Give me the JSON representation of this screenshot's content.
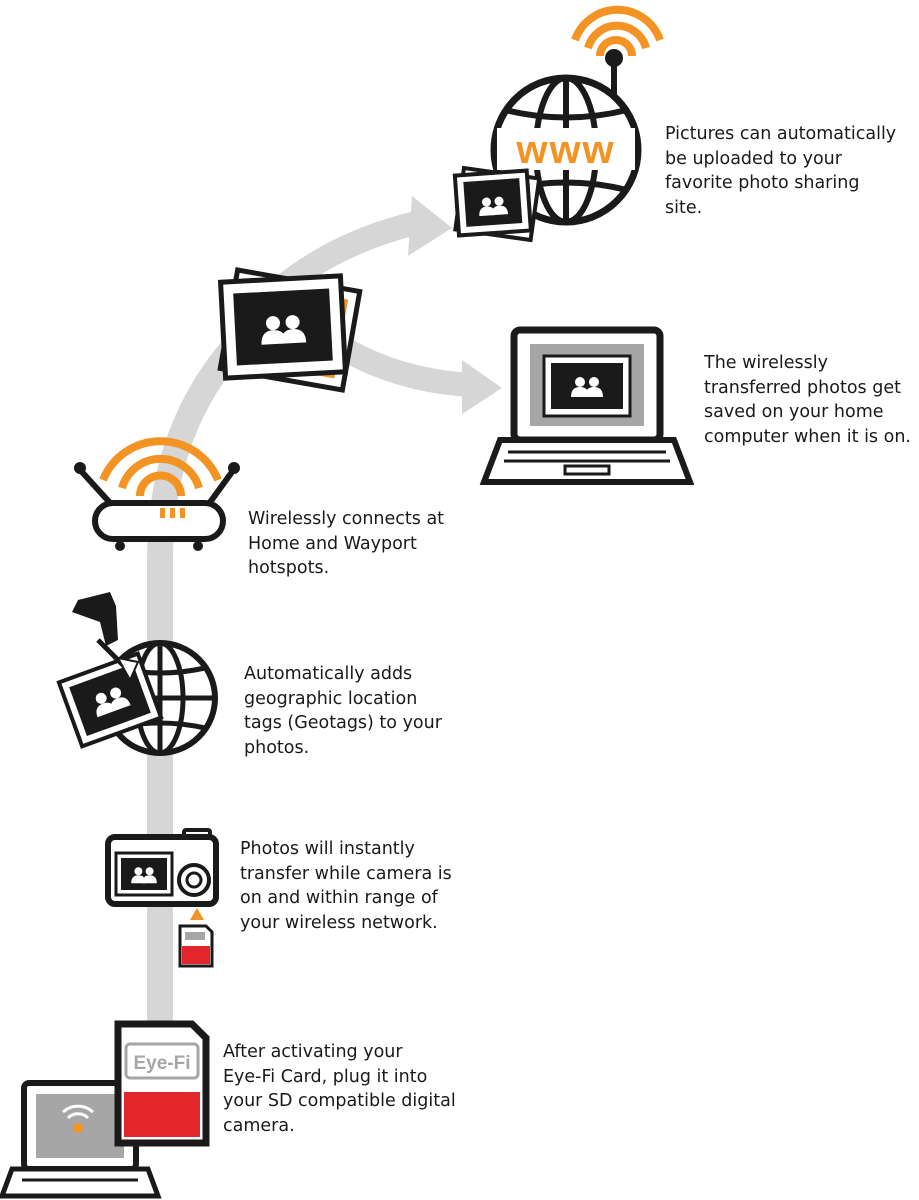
{
  "colors": {
    "accent": "#f39323",
    "ink": "#1a1a1a",
    "flow": "#d6d6d6",
    "sd_red": "#e3262b",
    "screen_gray": "#a6a6a6"
  },
  "steps": [
    {
      "id": "upload",
      "text": "Pictures can automatically\nbe uploaded to your\nfavorite photo sharing\nsite.",
      "icon": "globe-www-icon"
    },
    {
      "id": "computer",
      "text": "The wirelessly\ntransferred photos get\nsaved on your home\ncomputer when it is on.",
      "icon": "laptop-photo-icon"
    },
    {
      "id": "wireless",
      "text": "Wirelessly connects at\nHome and Wayport\nhotspots.",
      "icon": "wireless-router-icon"
    },
    {
      "id": "geotag",
      "text": "Automatically adds\ngeographic location\ntags (Geotags) to your\nphotos.",
      "icon": "geotag-globe-icon"
    },
    {
      "id": "transfer",
      "text": "Photos will instantly\ntransfer while camera is\non and within range of\nyour wireless network.",
      "icon": "camera-icon"
    },
    {
      "id": "activate",
      "text": "After activating your\nEye-Fi Card, plug it into\nyour SD compatible digital\ncamera.",
      "icon": "eyefi-card-icon"
    }
  ],
  "globe_label": "www",
  "card_brand": "Eye-Fi"
}
